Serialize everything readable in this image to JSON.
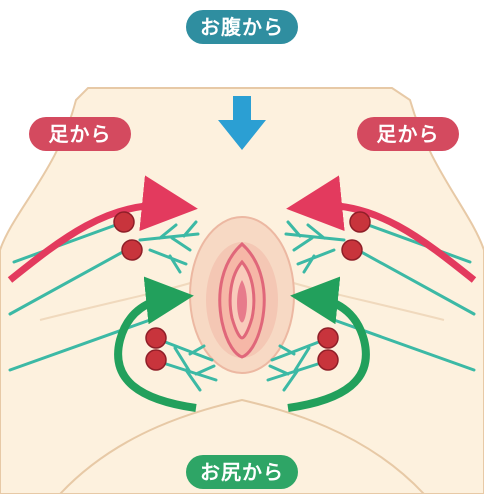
{
  "labels": {
    "top": "お腹から",
    "left": "足から",
    "right": "足から",
    "bottom": "お尻から"
  },
  "colors": {
    "skin": "#fdf1de",
    "outline": "#e7c9a6",
    "top_label": "#2f8ea0",
    "leg_label": "#d44a5f",
    "bottom_label": "#2ea566",
    "blue_arrow": "#2b9fd3",
    "red_arrow": "#e33a5e",
    "green_arrow": "#22a05c",
    "lymph_line": "#3cb9a5",
    "node": "#c8343c"
  },
  "icons": [
    "down-arrow-icon",
    "curved-arrow-icon",
    "lymph-node-icon"
  ]
}
